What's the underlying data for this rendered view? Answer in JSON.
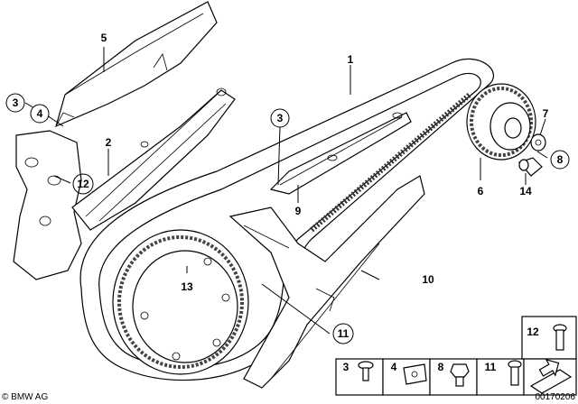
{
  "callouts": {
    "c1": "1",
    "c2": "2",
    "c3a": "3",
    "c3b": "3",
    "c4": "4",
    "c5": "5",
    "c6": "6",
    "c7": "7",
    "c8": "8",
    "c9": "9",
    "c10": "10",
    "c11": "11",
    "c12": "12",
    "c13": "13",
    "c14": "14"
  },
  "legend": {
    "k3": "3",
    "k4": "4",
    "k8": "8",
    "k11": "11",
    "k12": "12"
  },
  "footer": {
    "brand": "© BMW AG",
    "code": "00170206"
  }
}
